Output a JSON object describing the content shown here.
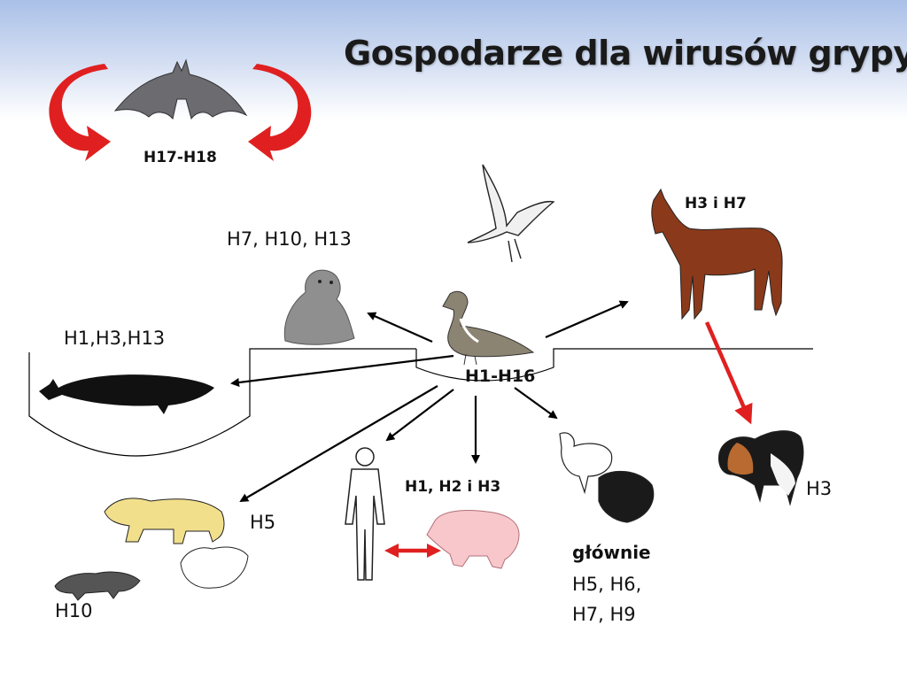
{
  "slide": {
    "title": "Gospodarze dla wirusów grypy",
    "center_host": {
      "icon": "duck-icon",
      "label": "H1-H16"
    },
    "hosts": [
      {
        "icon": "bat-icon",
        "label": "H17-H18"
      },
      {
        "icon": "seagull-icon",
        "label": ""
      },
      {
        "icon": "seal-icon",
        "label": "H7, H10, H13"
      },
      {
        "icon": "whale-icon",
        "label": "H1,H3,H13"
      },
      {
        "icon": "horse-icon",
        "label": "H3 i H7"
      },
      {
        "icon": "dog-icon",
        "label": "H3"
      },
      {
        "icon": "human-icon",
        "label": ""
      },
      {
        "icon": "pig-icon",
        "label": "H1, H2 i H3"
      },
      {
        "icon": "chicken-turkey-icon",
        "label_title": "głównie",
        "label_line1": "H5, H6,",
        "label_line2": "H7, H9"
      },
      {
        "icon": "leopard-cat-icon",
        "label": "H5"
      },
      {
        "icon": "ferret-icon",
        "label": "H10"
      }
    ],
    "colors": {
      "red_arrow": "#e02020",
      "black_arrow": "#000000",
      "header_blue": "#aac0e8"
    }
  }
}
